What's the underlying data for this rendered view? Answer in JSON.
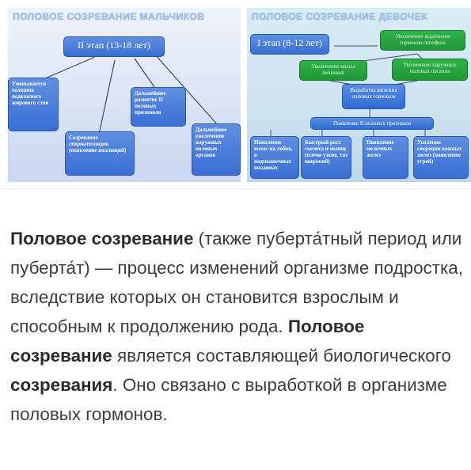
{
  "left_slide": {
    "title": "ПОЛОВОЕ СОЗРЕВАНИЕ МАЛЬЧИКОВ",
    "stage": "II этап (13-18 лет)",
    "boxes": [
      "Уменьшается толщина подкожного жирового слоя",
      "Созревание сперматозоидов (появление поллюций)",
      "Дальнейшее развитие II половых признаков",
      "Дальнейшее увеличение наружных половых органов"
    ]
  },
  "right_slide": {
    "title": "ПОЛОВОЕ СОЗРЕВАНИЕ ДЕВОЧЕК",
    "stage": "I этап (8-12 лет)",
    "top_box": "Увеличение выделения гормонов гипофиза",
    "green_left": "Увеличение массы яичников",
    "green_right": "Увеличение наружных половых органов",
    "hormones": "Выработка женских половых гормонов",
    "bar": "Появление II половых признаков",
    "bottom": [
      "Появление волос на лобке, в подмышечных впадинах",
      "Быстрый рост скелета и мышц (плечи узкие, таз широкий)",
      "Появление молочных желез",
      "Усиление секреции кожных желез (появление угрей)"
    ]
  },
  "article": {
    "term1": "Половое созревание",
    "text1": " (также пуберта́тный период или пуберта́т) — процесс изменений организме подростка, вследствие которых он становится взрослым и способным к продолжению рода. ",
    "term2": "Половое созревание",
    "text2": " является составляющей биологического ",
    "term3": "созревания",
    "text3": ". Оно связано с выработкой в организме половых гормонов."
  }
}
